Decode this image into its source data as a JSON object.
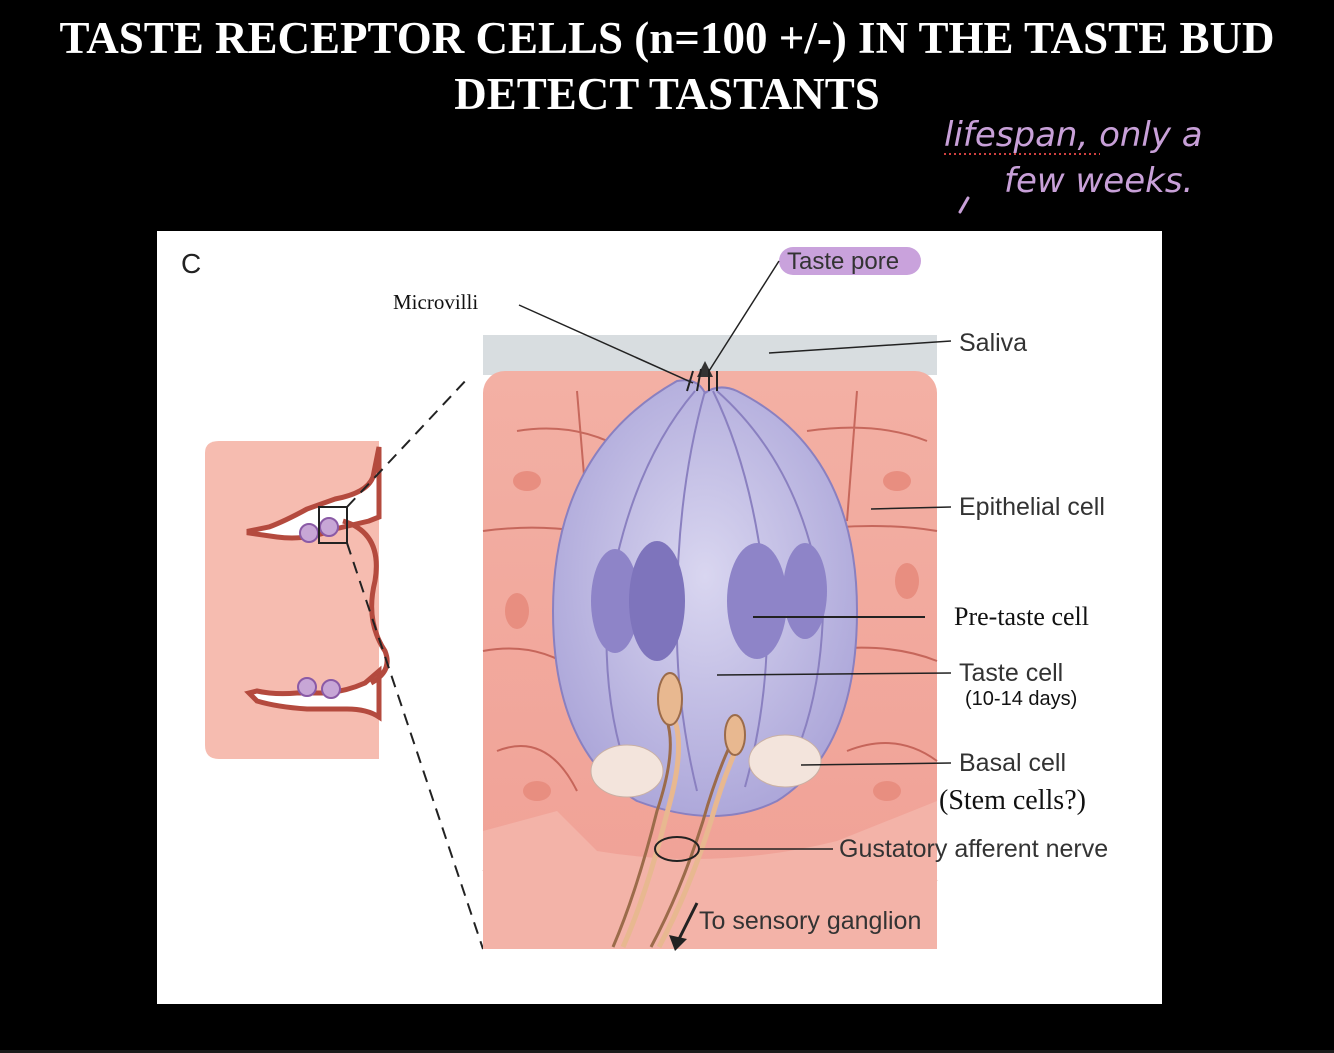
{
  "slide": {
    "title_line1": "TASTE RECEPTOR CELLS (n=100 +/-) IN THE TASTE BUD",
    "title_line2": "DETECT TASTANTS"
  },
  "annotation": {
    "line1": "lifespan, only a",
    "line2": "few weeks."
  },
  "figure": {
    "panel_letter": "C",
    "labels": {
      "taste_pore": "Taste pore",
      "microvilli": "Microvilli",
      "saliva": "Saliva",
      "epithelial_cell": "Epithelial cell",
      "pre_taste_cell": "Pre-taste cell",
      "taste_cell": "Taste cell",
      "taste_cell_days": "(10-14 days)",
      "basal_cell": "Basal cell",
      "stem_cells": "(Stem cells?)",
      "gustatory_nerve": "Gustatory afferent nerve",
      "sensory_ganglion": "To sensory ganglion"
    }
  },
  "colors": {
    "background": "#000000",
    "title": "#ffffff",
    "annotation_ink": "#c8a0d8",
    "highlight": "#b98ad0",
    "tissue": "#f0a69a",
    "tissue_dark": "#d97c70",
    "bud_light": "#c6c2e6",
    "bud_dark": "#8e84c8",
    "saliva": "#d8dde0",
    "nerve": "#e8b890"
  }
}
